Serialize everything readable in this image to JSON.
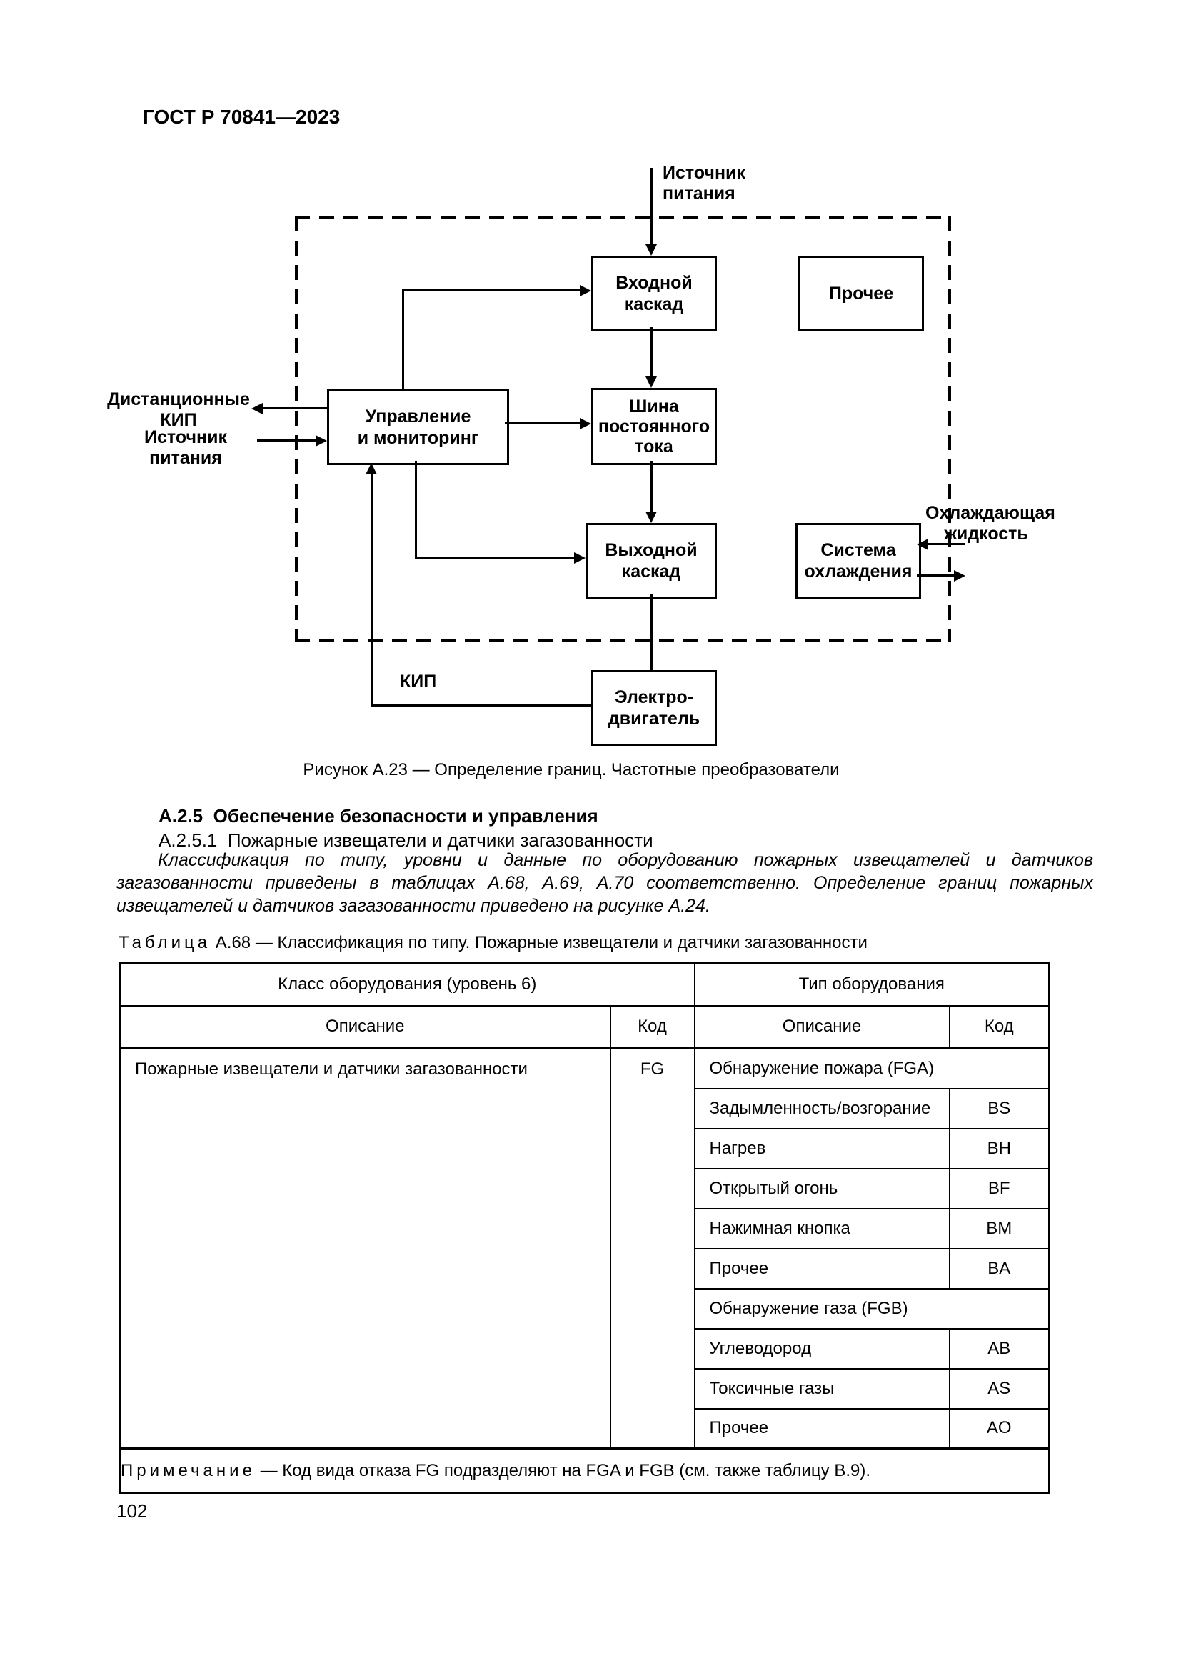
{
  "page": {
    "header_title": "ГОСТ Р 70841—2023",
    "page_number": "102"
  },
  "figure": {
    "caption": "Рисунок А.23 — Определение границ. Частотные преобразователи",
    "boxes": {
      "input_stage": "Входной\nкаскад",
      "other": "Прочее",
      "control": "Управление\nи мониторинг",
      "dc_bus": "Шина\nпостоянного\nтока",
      "output_stage": "Выходной\nкаскад",
      "cooling_system": "Система\nохлаждения",
      "motor": "Электро-\nдвигатель"
    },
    "labels": {
      "power_source_top": "Источник\nпитания",
      "remote_instruments": "Дистанционные\nКИП",
      "power_source_left": "Источник\nпитания",
      "coolant": "Охлаждающая\nжидкость",
      "instruments": "КИП"
    }
  },
  "sections": {
    "heading": "А.2.5  Обеспечение безопасности и управления",
    "subheading": "А.2.5.1  Пожарные извещатели и датчики загазованности",
    "paragraph": "Классификация по типу, уровни и данные по оборудованию пожарных извещателей и датчиков загазованности приведены в таблицах А.68, А.69, А.70 соответственно. Определение границ пожарных извещателей и датчиков загазованности приведено на рисунке А.24."
  },
  "table": {
    "title_word": "Таблица",
    "title_num": "А.68",
    "title_text": "— Классификация по типу. Пожарные извещатели и датчики загазованности",
    "header": {
      "class_group": "Класс оборудования (уровень 6)",
      "type_group": "Тип оборудования",
      "desc": "Описание",
      "code": "Код"
    },
    "class_cell": {
      "desc": "Пожарные извещатели и датчики загазованности",
      "code": "FG"
    },
    "rows": [
      {
        "desc": "Обнаружение пожара (FGA)",
        "code": ""
      },
      {
        "desc": "Задымленность/возгорание",
        "code": "BS"
      },
      {
        "desc": "Нагрев",
        "code": "BH"
      },
      {
        "desc": "Открытый огонь",
        "code": "BF"
      },
      {
        "desc": "Нажимная кнопка",
        "code": "BM"
      },
      {
        "desc": "Прочее",
        "code": "BA"
      },
      {
        "desc": "Обнаружение газа (FGB)",
        "code": ""
      },
      {
        "desc": "Углеводород",
        "code": "AB"
      },
      {
        "desc": "Токсичные газы",
        "code": "AS"
      },
      {
        "desc": "Прочее",
        "code": "AO"
      }
    ],
    "note_word": "Примечание",
    "note_text": "— Код вида отказа FG подразделяют на FGA и FGB (см. также таблицу В.9)."
  }
}
